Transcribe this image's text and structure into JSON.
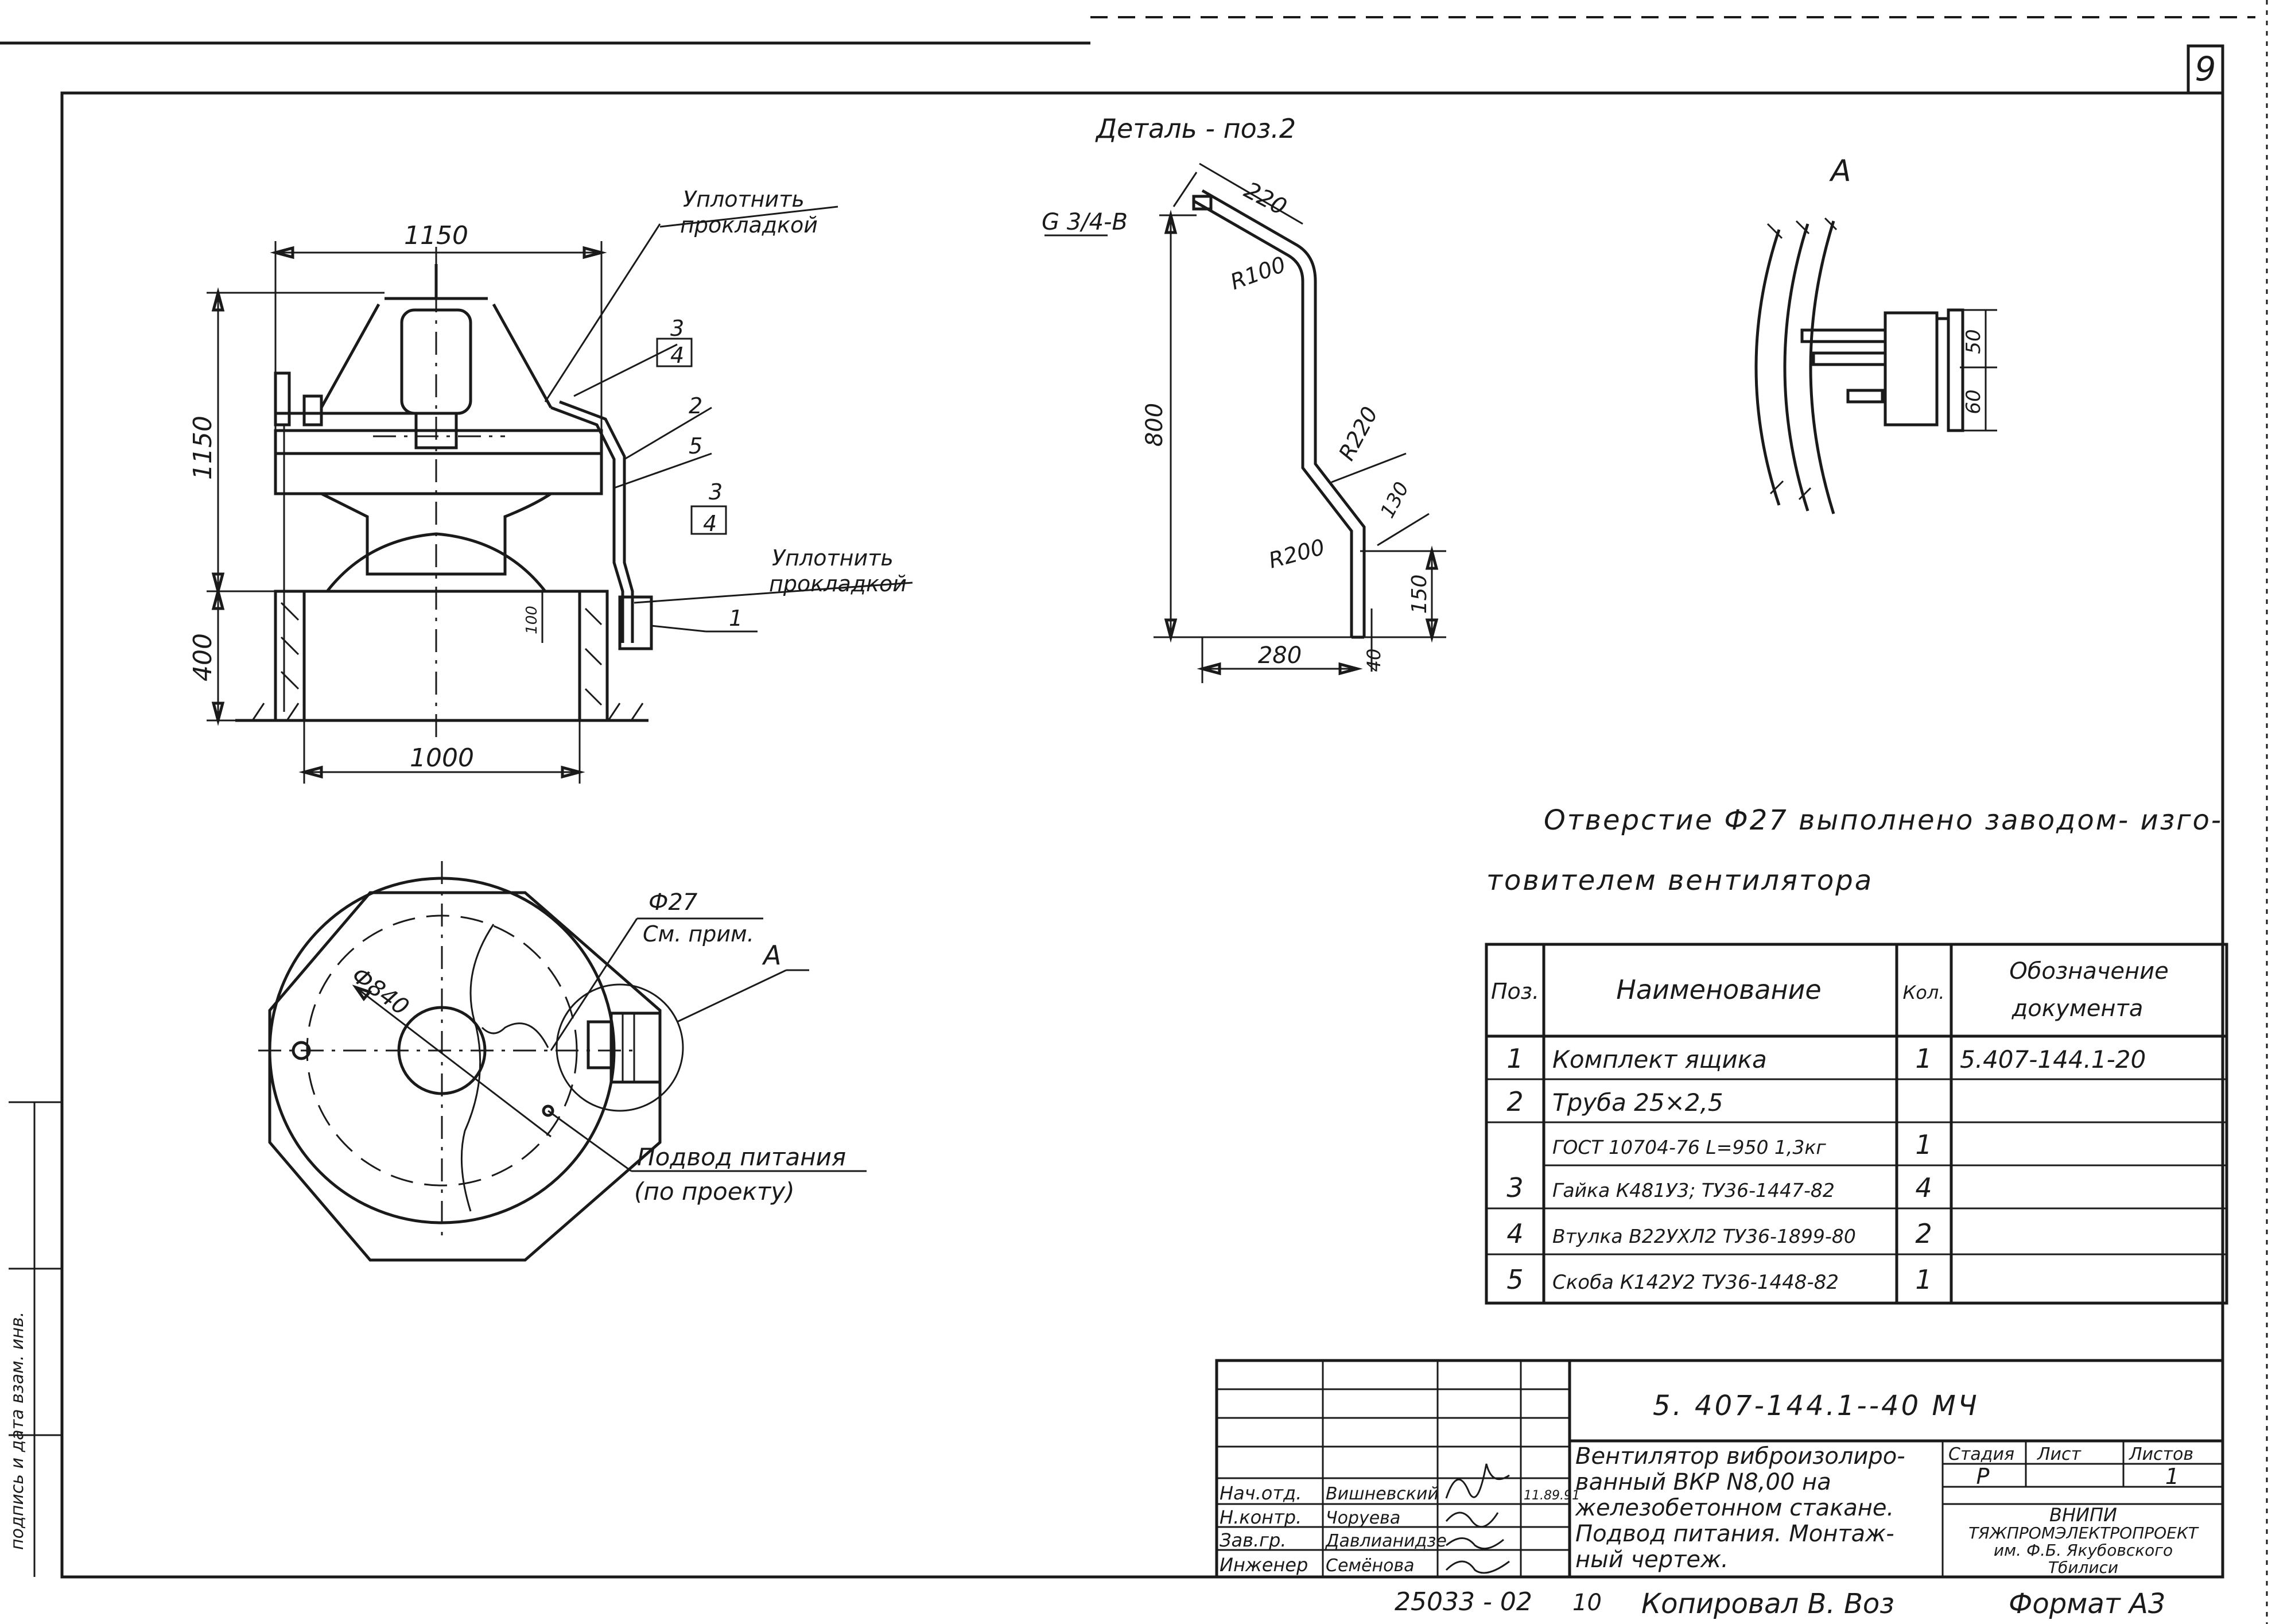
{
  "sheet": {
    "sheet_number": "9",
    "format_label": "Формат А3",
    "copied_by": "Копировал В. Воз",
    "archive_number": "25033 - 02",
    "archive_sub": "10"
  },
  "elevation": {
    "dims": {
      "width_top": "1150",
      "height_top": "1150",
      "height_bottom": "400",
      "width_bottom": "1000",
      "small": "100"
    },
    "callouts": {
      "seal_top": [
        "Уплотнить",
        "прокладкой"
      ],
      "seal_bottom": [
        "Уплотнить",
        "прокладкой"
      ],
      "pos3_a": "3",
      "pos4_a": "4",
      "pos2": "2",
      "pos5": "5",
      "pos3_b": "3",
      "pos4_b": "4",
      "pos1": "1"
    }
  },
  "detail": {
    "title": "Деталь - поз.2",
    "thread": "G 3/4-В",
    "dims": {
      "top": "220",
      "r100": "R100",
      "height": "800",
      "r220": "R220",
      "seg130": "130",
      "r200": "R200",
      "v150": "150",
      "base": "280",
      "v40": "40"
    }
  },
  "view_a": {
    "label": "А",
    "dims": {
      "d50": "50",
      "d60": "60"
    }
  },
  "plan": {
    "dia_840": "Ф840",
    "hole": "Ф27",
    "hole_note": "См. прим.",
    "view_ref": "А",
    "power": [
      "Подвод питания",
      "(по проекту)"
    ]
  },
  "note": [
    "Отверстие Ф27 выполнено заводом- изго-",
    "товителем вентилятора"
  ],
  "spec_table": {
    "headers": {
      "pos": "Поз.",
      "name": "Наименование",
      "qty": "Кол.",
      "doc": [
        "Обозначение",
        "документа"
      ]
    },
    "rows": [
      {
        "pos": "1",
        "name": "Комплект ящика",
        "qty": "1",
        "doc": "5.407-144.1-20"
      },
      {
        "pos": "2",
        "name": "Труба 25×2,5",
        "qty": "",
        "doc": ""
      },
      {
        "pos": "",
        "name": "ГОСТ 10704-76 L=950 1,3кг",
        "qty": "1",
        "doc": ""
      },
      {
        "pos": "3",
        "name": "Гайка К481У3; ТУ36-1447-82",
        "qty": "4",
        "doc": ""
      },
      {
        "pos": "4",
        "name": "Втулка В22УХЛ2 ТУ36-1899-80",
        "qty": "2",
        "doc": ""
      },
      {
        "pos": "5",
        "name": "Скоба К142У2 ТУ36-1448-82",
        "qty": "1",
        "doc": ""
      }
    ]
  },
  "title_block": {
    "designation": "5. 407-144.1--40 МЧ",
    "description": [
      "Вентилятор виброизолиро-",
      "ванный ВКР N8,00 на",
      "железобетонном стакане.",
      "Подвод питания. Монтаж-",
      "ный чертеж."
    ],
    "stage_label": "Стадия",
    "sheet_label": "Лист",
    "sheets_label": "Листов",
    "stage": "Р",
    "sheets": "1",
    "org": [
      "ВНИПИ",
      "ТЯЖПРОМЭЛЕКТРОПРОЕКТ",
      "им. Ф.Б. Якубовского",
      "Тбилиси"
    ],
    "date": "11.89.91",
    "signatures": [
      {
        "role": "Нач.отд.",
        "name": "Вишневский"
      },
      {
        "role": "Н.контр.",
        "name": "Чоруева"
      },
      {
        "role": "Зав.гр.",
        "name": "Давлианидзе"
      },
      {
        "role": "Инженер",
        "name": "Семёнова"
      }
    ]
  },
  "margin_text": "подпись и дата  взам. инв."
}
